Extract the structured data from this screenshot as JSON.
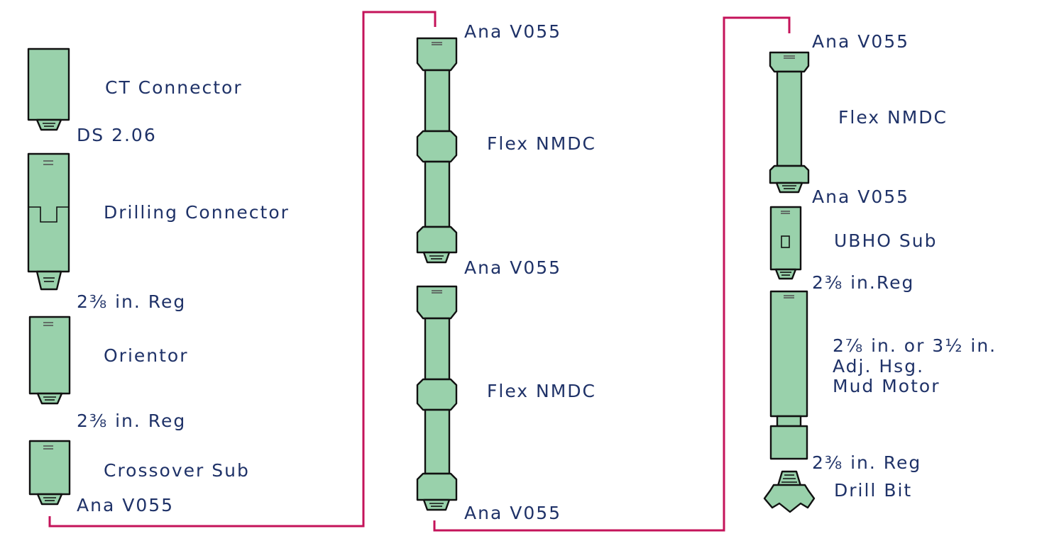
{
  "colors": {
    "tool_fill": "#99d1ab",
    "tool_outline": "#111111",
    "label_text": "#1f3268",
    "connector_line": "#c4135a"
  },
  "column1": {
    "ct_connector": "CT Connector",
    "ds_206": "DS 2.06",
    "drilling_connector": "Drilling Connector",
    "reg_a": "2⅜ in. Reg",
    "orientor": "Orientor",
    "reg_b": "2⅜ in. Reg",
    "crossover_sub": "Crossover Sub",
    "ana_v055": "Ana V055"
  },
  "column2": {
    "ana_top": "Ana V055",
    "flex_nmdc_1": "Flex NMDC",
    "ana_mid": "Ana V055",
    "flex_nmdc_2": "Flex NMDC",
    "ana_bottom": "Ana V055"
  },
  "column3": {
    "ana_top": "Ana V055",
    "flex_nmdc": "Flex NMDC",
    "ana_mid": "Ana V055",
    "ubho_sub": "UBHO Sub",
    "reg_c": "2⅜ in.Reg",
    "motor_line1": "2⅞ in. or 3½ in.",
    "motor_line2": "Adj. Hsg.",
    "motor_line3": "Mud Motor",
    "reg_d": "2⅜ in. Reg",
    "drill_bit": "Drill Bit"
  }
}
